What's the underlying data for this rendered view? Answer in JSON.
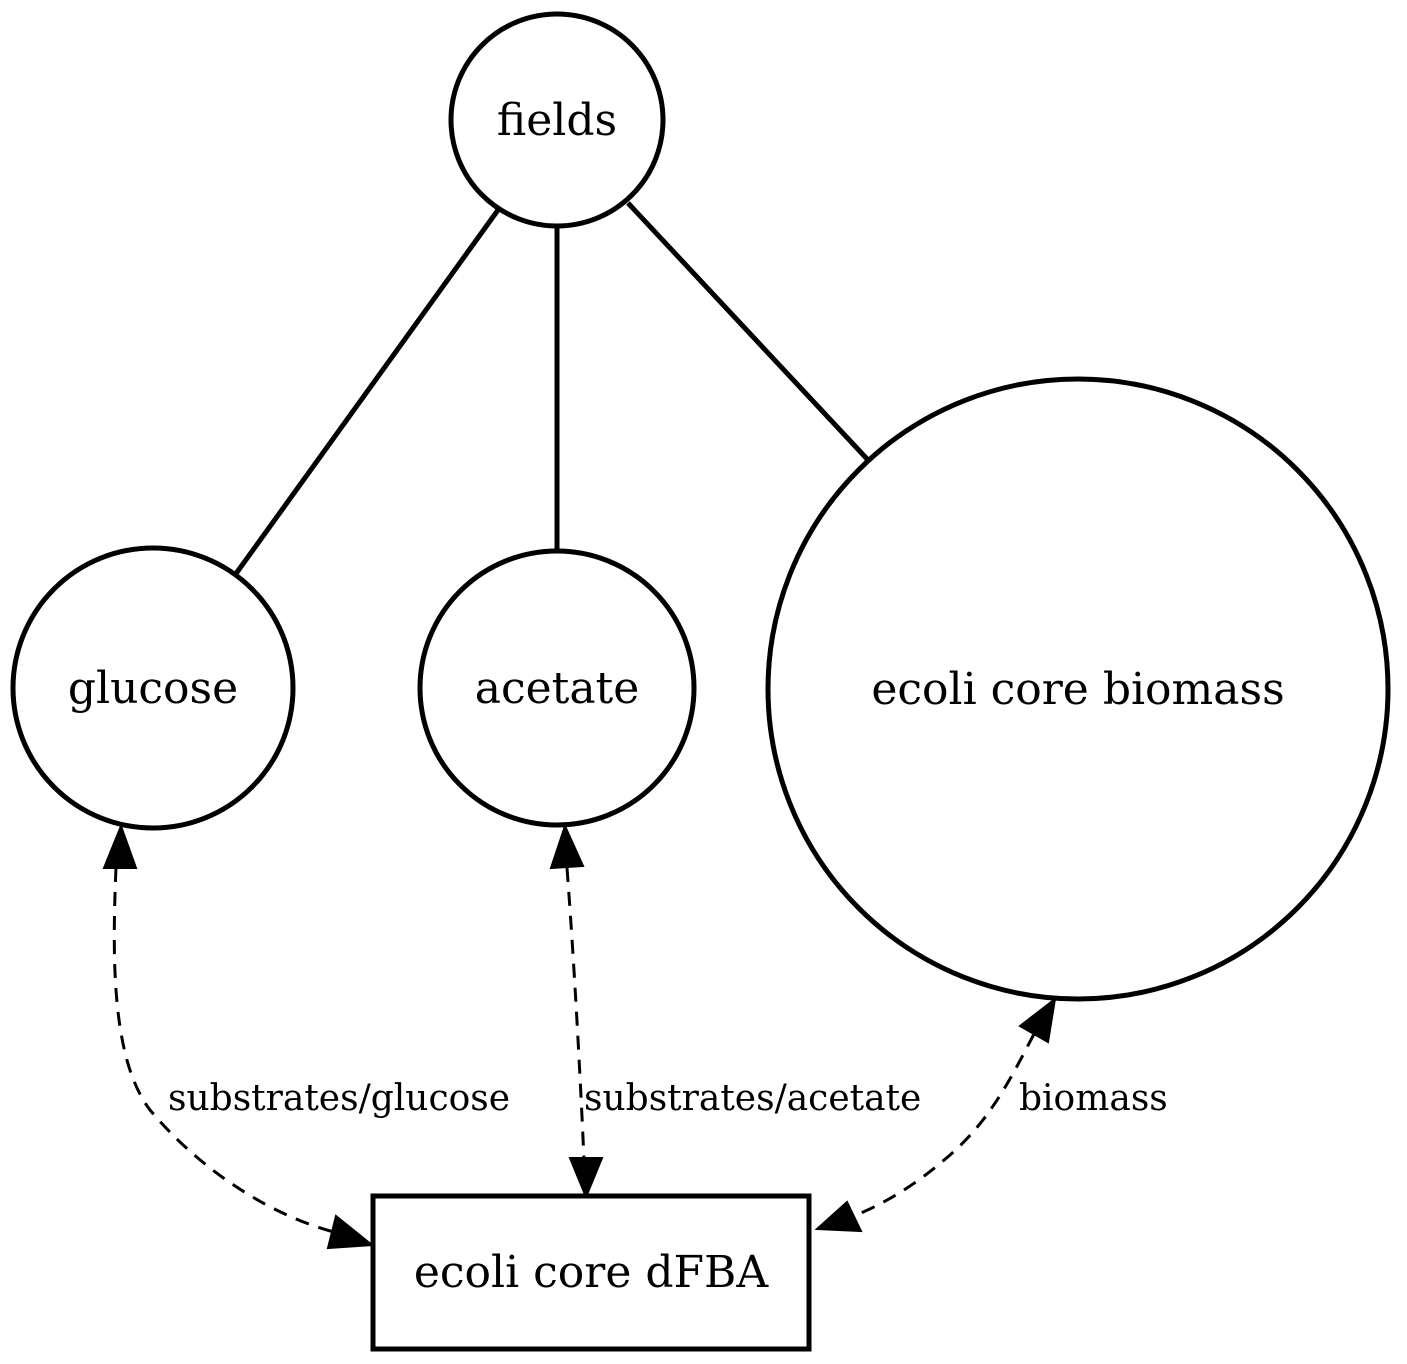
{
  "diagram": {
    "nodes": {
      "fields": {
        "label": "fields",
        "shape": "circle"
      },
      "glucose": {
        "label": "glucose",
        "shape": "circle"
      },
      "acetate": {
        "label": "acetate",
        "shape": "circle"
      },
      "biomass_store": {
        "label": "ecoli core biomass",
        "shape": "circle"
      },
      "process": {
        "label": "ecoli core dFBA",
        "shape": "box"
      }
    },
    "edges": [
      {
        "from": "fields",
        "to": "glucose",
        "style": "solid"
      },
      {
        "from": "fields",
        "to": "acetate",
        "style": "solid"
      },
      {
        "from": "fields",
        "to": "biomass_store",
        "style": "solid"
      },
      {
        "from": "process",
        "to": "glucose",
        "style": "dashed",
        "direction": "both",
        "label": "substrates/glucose"
      },
      {
        "from": "process",
        "to": "acetate",
        "style": "dashed",
        "direction": "both",
        "label": "substrates/acetate"
      },
      {
        "from": "process",
        "to": "biomass_store",
        "style": "dashed",
        "direction": "both",
        "label": "biomass"
      }
    ]
  }
}
